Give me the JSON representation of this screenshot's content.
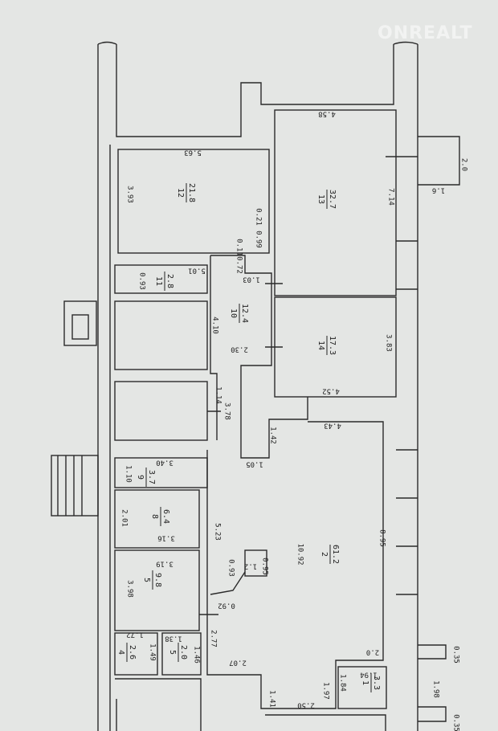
{
  "watermark": "ONREALT",
  "rooms": [
    {
      "number": "12",
      "area": "21.8"
    },
    {
      "number": "13",
      "area": "32.7"
    },
    {
      "number": "14",
      "area": "17.3"
    },
    {
      "number": "11",
      "area": "2.8"
    },
    {
      "number": "10",
      "area": "12.4"
    },
    {
      "number": "9",
      "area": "3.7"
    },
    {
      "number": "8",
      "area": "6.4"
    },
    {
      "number": "5",
      "area": "9.8"
    },
    {
      "number": "4",
      "area": "2.6"
    },
    {
      "number": "5",
      "area": "2.0"
    },
    {
      "number": "2",
      "area": "61.2"
    },
    {
      "number": "1",
      "area": "3.3"
    }
  ],
  "dims_vertical": [
    "3.93",
    "0.21",
    "0.99",
    "0.11",
    "0.72",
    "0.93",
    "4.10",
    "7.14",
    "3.83",
    "1.14",
    "3.78",
    "1.42",
    "1.10",
    "2.01",
    "5.23",
    "3.98",
    "0.93",
    "0.95",
    "10.92",
    "8.95",
    "2.77",
    "1.49",
    "1.46",
    "1.41",
    "1.97",
    "1.84",
    "1.98",
    "0.35",
    "0.35",
    "2.0"
  ],
  "dims_horizontal": [
    "5.63",
    "4.58",
    "1.03",
    "5.01",
    "2.30",
    "4.52",
    "4.43",
    "1.05",
    "3.40",
    "3.16",
    "3.19",
    "1.2",
    "0.92",
    "1.72",
    "1.38",
    "2.07",
    "2.50",
    "2.0",
    "1.94",
    "1.6"
  ],
  "colors": {
    "paper": "#e4e6e4",
    "ink": "#2a2a2a"
  }
}
